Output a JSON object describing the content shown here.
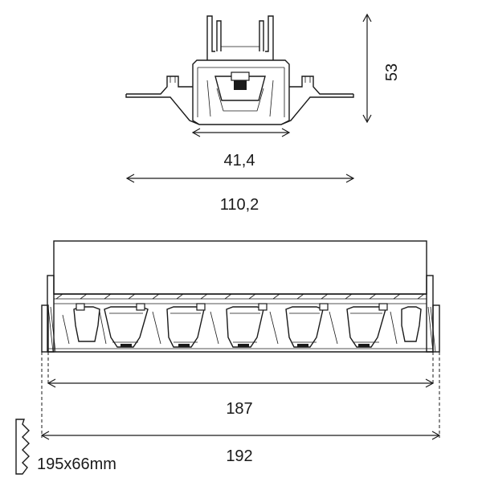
{
  "dimensions": {
    "top_inner_width": "41,4",
    "top_outer_width": "110,2",
    "top_height": "53",
    "bottom_inner_length": "187",
    "bottom_outer_length": "192",
    "cutout": "195x66mm"
  },
  "icons": {
    "cutout_symbol": "saw-cut-icon"
  }
}
